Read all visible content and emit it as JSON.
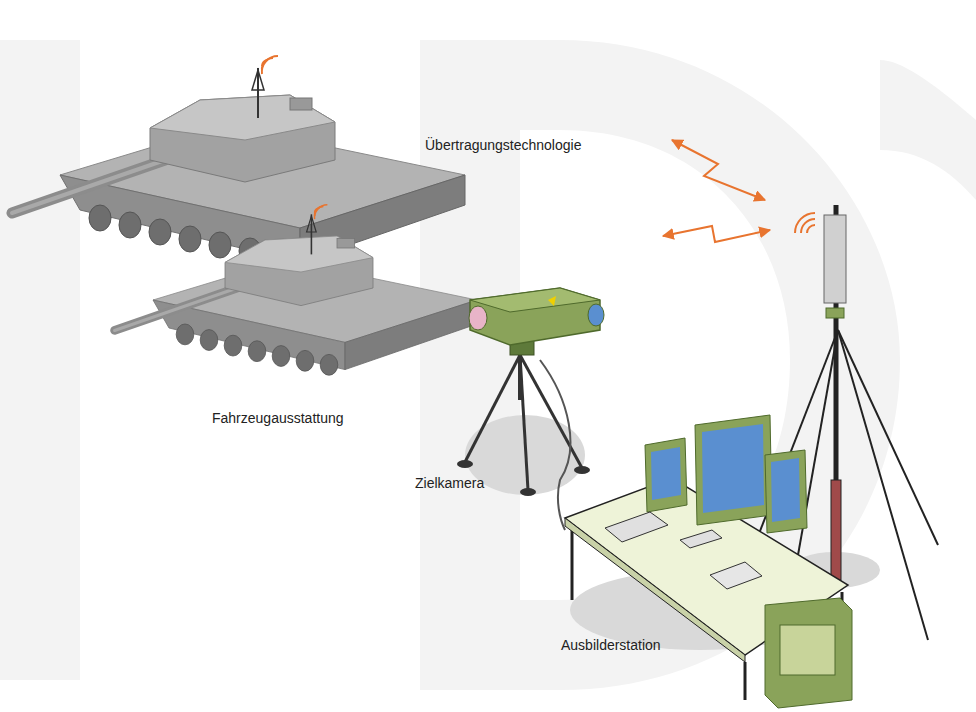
{
  "diagram": {
    "labels": [
      "Übertragungstechnologie",
      "Fahrzeugausstattung",
      "Zielkamera",
      "Ausbilderstation"
    ]
  }
}
